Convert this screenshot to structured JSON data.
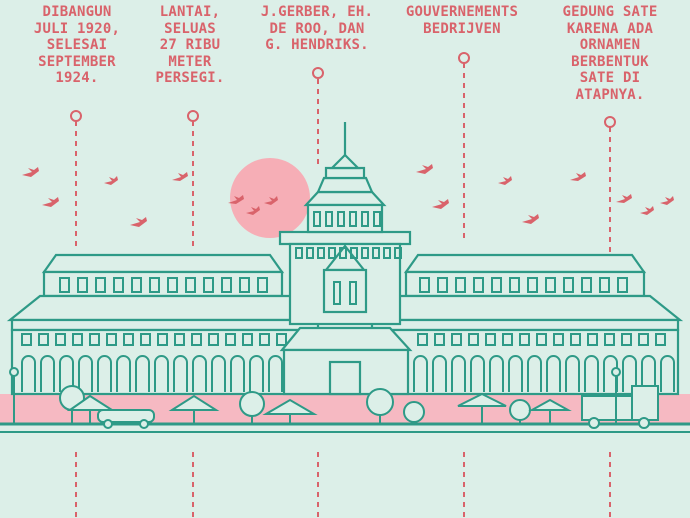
{
  "captions": [
    {
      "text": "DIBANGUN\nJULI 1920,\nSELESAI\nSEPTEMBER\n1924."
    },
    {
      "text": "LANTAI,\nSELUAS\n27 RIBU\nMETER\nPERSEGI."
    },
    {
      "text": "J.GERBER, EH.\nDE ROO, DAN\nG. HENDRIKS."
    },
    {
      "text": "GOUVERNEMENTS\nBEDRIJVEN"
    },
    {
      "text": "GEDUNG SATE\nKARENA ADA\nORNAMEN\nBERBENTUK\nSATE DI\nATAPNYA."
    }
  ],
  "colors": {
    "background": "#dcefe8",
    "accent": "#d9636b",
    "building": "#2e9a87",
    "sun": "#f6aeb6",
    "ground": "#f6b9c2"
  }
}
